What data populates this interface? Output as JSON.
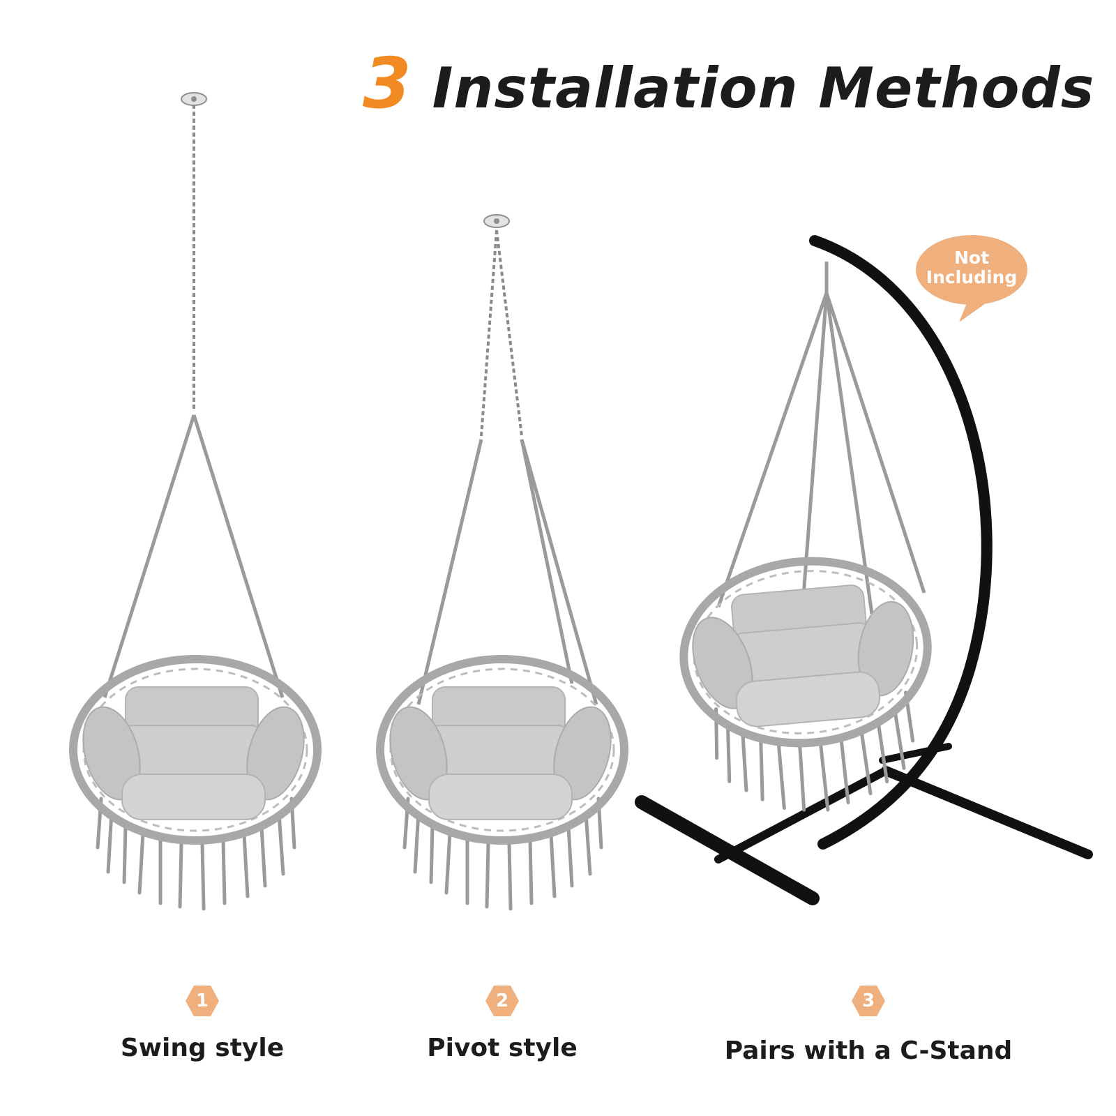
{
  "title": {
    "number": "3",
    "text": "Installation Methods"
  },
  "not_including": {
    "line1": "Not",
    "line2": "Including"
  },
  "methods": [
    {
      "number": "1",
      "label": "Swing style"
    },
    {
      "number": "2",
      "label": "Pivot style"
    },
    {
      "number": "3",
      "label": "Pairs with a C-Stand"
    }
  ],
  "colors": {
    "accent": "#f28a23",
    "badge": "#f0b07e",
    "bubble": "#f0b07e",
    "text": "#1c1c1c",
    "rope": "#9a9a9a",
    "cushion": "#c9c9c9",
    "stand": "#111111"
  },
  "icons": [
    "ceiling-hook-icon",
    "chain-icon",
    "hanging-chair-icon",
    "c-stand-icon",
    "hexagon-badge-icon",
    "speech-bubble-icon"
  ]
}
